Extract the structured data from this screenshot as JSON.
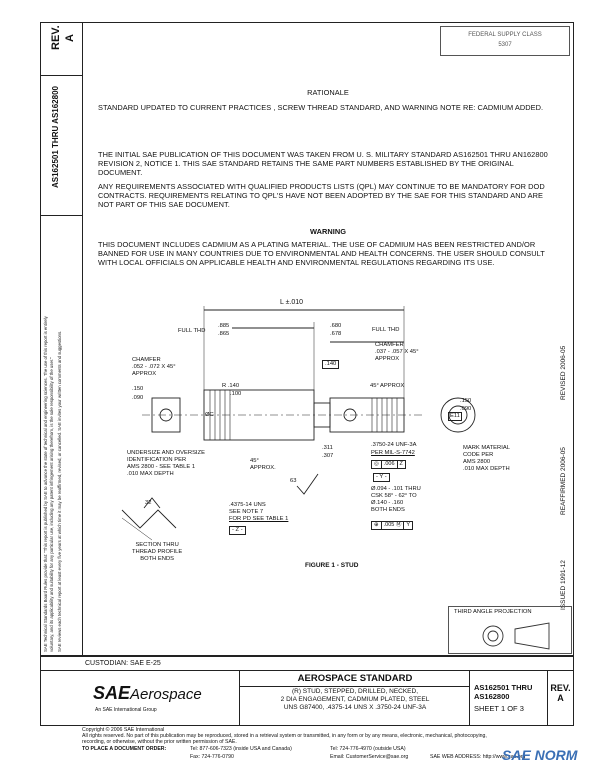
{
  "side_strip": {
    "rev_label": "REV.",
    "rev_value": "A",
    "doc_numbers": "AS162501 THRU AS162800",
    "disclaimer_lines": [
      "SAE Technical Standards Board Rules provide that: \"This report is published by SAE to advance the state of technical and engineering sciences. The use of this report is entirely",
      "voluntary, and its applicability and suitability for any particular use, including any patent infringement arising therefrom, is the sole responsibility of the user.\"",
      "SAE reviews each technical report at least every five years at which time it may be reaffirmed, revised, or cancelled. SAE invites your written comments and suggestions."
    ]
  },
  "header_box": {
    "line1": "FEDERAL SUPPLY CLASS",
    "line2": "5307"
  },
  "right_margin": {
    "revised": "REVISED 2006-05",
    "reaffirmed": "REAFFIRMED 2006-05",
    "issued": "ISSUED 1991-12"
  },
  "rationale": {
    "title": "RATIONALE",
    "text": "STANDARD UPDATED TO CURRENT PRACTICES , SCREW THREAD STANDARD, AND WARNING NOTE RE: CADMIUM ADDED."
  },
  "paragraph1": "THE INITIAL SAE PUBLICATION OF THIS DOCUMENT WAS TAKEN FROM U. S. MILITARY STANDARD AS162501 THRU AN162800 REVISION 2, NOTICE 1. THIS SAE STANDARD RETAINS THE SAME PART NUMBERS ESTABLISHED BY THE ORIGINAL DOCUMENT.",
  "paragraph2": "ANY REQUIREMENTS ASSOCIATED WITH QUALIFIED PRODUCTS LISTS (QPL) MAY CONTINUE TO BE MANDATORY FOR DOD CONTRACTS. REQUIREMENTS RELATING TO QPL'S HAVE NOT BEEN ADOPTED BY THE SAE FOR THIS STANDARD AND ARE NOT PART OF THIS SAE DOCUMENT.",
  "warning": {
    "title": "WARNING",
    "text": "THIS DOCUMENT INCLUDES CADMIUM AS A PLATING MATERIAL. THE USE OF CADMIUM HAS BEEN RESTRICTED AND/OR BANNED FOR USE IN MANY COUNTRIES DUE TO ENVIRONMENTAL AND HEALTH CONCERNS. THE USER SHOULD CONSULT WITH LOCAL OFFICIALS ON APPLICABLE HEALTH AND ENVIRONMENTAL REGULATIONS REGARDING ITS USE."
  },
  "drawing": {
    "length_dim": "L ±.010",
    "full_thd_left": "FULL THD",
    "full_thd_right": "FULL THD",
    "dim_885": ".885",
    "dim_865": ".865",
    "dim_680": ".680",
    "dim_678": ".678",
    "dim_140_box": ".140",
    "chamfer_left_1": "CHAMFER",
    "chamfer_left_2": ".052 - .072 X 45°",
    "chamfer_left_3": "APPROX",
    "chamfer_right_1": "CHAMFER",
    "chamfer_right_2": ".037 - .057 X 45°",
    "chamfer_right_3": "APPROX",
    "r_140": "R .140",
    "r_100": ".100",
    "deg45_approx": "45° APPROX",
    "dim_150": ".150",
    "dim_090": ".090",
    "phi_c": "ØC",
    "phi_311": ".311",
    "phi_307": ".307",
    "dim_150r": ".150",
    "dim_090r": ".090",
    "e11": "E11",
    "undersize_1": "UNDERSIZE AND OVERSIZE",
    "undersize_2": "IDENTIFICATION PER",
    "undersize_3": "AMS 2800 - SEE TABLE 1",
    "undersize_4": ".010 MAX DEPTH",
    "deg45b_1": "45°",
    "deg45b_2": "APPROX.",
    "thread_3750": ".3750-24 UNF-3A",
    "per_mil": "PER MIL-S-7742",
    "fcf_006": ".006",
    "fcf_z": "Z",
    "fcf_y": "- Y -",
    "mark_1": "MARK MATERIAL",
    "mark_2": "CODE PER",
    "mark_3": "AMS 2800",
    "mark_4": ".010 MAX DEPTH",
    "thread_4375": ".4375-14 UNS",
    "see_note": "SEE NOTE 7",
    "for_pd": "FOR PD SEE TABLE 1",
    "datum_z": "- Z -",
    "finish_63": "63",
    "finish_32": "32",
    "hole_1": "Ø.094 - .101 THRU",
    "hole_2": "CSK 58° - 62° TO",
    "hole_3": "Ø.140 - .160",
    "hole_4": "BOTH ENDS",
    "fcf_005": ".005",
    "fcf_m": "M",
    "fcf_y2": "Y",
    "section_1": "SECTION THRU",
    "section_2": "THREAD PROFILE",
    "section_3": "BOTH ENDS",
    "figure_caption": "FIGURE 1 - STUD",
    "third_angle": "THIRD ANGLE PROJECTION"
  },
  "title_block": {
    "custodian": "CUSTODIAN: SAE E-25",
    "logo_sae": "SAE",
    "logo_aero": "Aerospace",
    "logo_sub": "An SAE International Group",
    "title": "AEROSPACE STANDARD",
    "desc_line1": "(R) STUD, STEPPED, DRILLED, NECKED,",
    "desc_line2": "2 DIA ENGAGEMENT, CADMIUM PLATED, STEEL",
    "desc_line3": "UNS G87400, .4375-14 UNS X .3750-24 UNF-3A",
    "doc_line1": "AS162501 THRU",
    "doc_line2": "AS162800",
    "sheet": "SHEET 1 OF 3",
    "rev_label": "REV.",
    "rev_value": "A"
  },
  "footer": {
    "copyright": "Copyright © 2006 SAE International",
    "rights": "All rights reserved. No part of this publication may be reproduced, stored in a retrieval system or transmitted, in any form or by any means, electronic, mechanical, photocopying,",
    "rights2": "recording, or otherwise, without the prior written permission of SAE.",
    "order_label": "TO PLACE A DOCUMENT ORDER:",
    "tel1": "Tel: 877-606-7323 (inside USA and Canada)",
    "tel2": "Tel: 724-776-4970 (outside USA)",
    "fax": "Fax: 724-776-0790",
    "email": "Email: CustomerService@sae.org",
    "web": "SAE WEB ADDRESS: http://www.sae.org"
  },
  "watermark": {
    "sae": "SAE",
    "norm": "SAE NORM"
  }
}
